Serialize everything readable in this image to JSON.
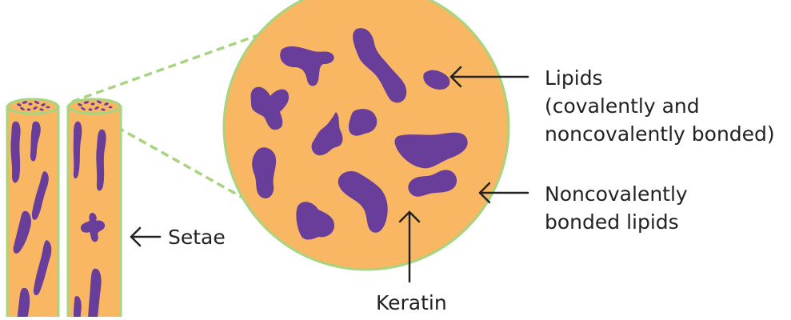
{
  "colors": {
    "fiber_fill": "#f9b764",
    "fiber_outline": "#a7d47e",
    "lipid": "#683e9a",
    "arrow": "#222222",
    "text": "#222222"
  },
  "labels": {
    "lipids": {
      "line1": "Lipids",
      "line2": "(covalently and",
      "line3": "noncovalently bonded)"
    },
    "noncovalent": {
      "line1": "Noncovalently",
      "line2": "bonded lipids"
    },
    "setae": "Setae",
    "keratin": "Keratin"
  }
}
